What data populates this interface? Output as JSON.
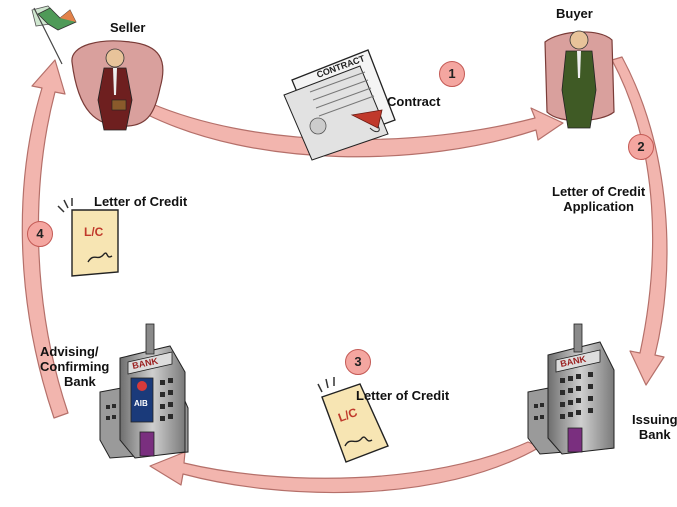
{
  "roles": {
    "seller": "Seller",
    "buyer": "Buyer",
    "advising_bank": [
      "Advising/",
      "Confirming",
      "Bank"
    ],
    "issuing_bank": [
      "Issuing",
      "Bank"
    ]
  },
  "steps": [
    {
      "number": "1",
      "label": [
        "Contract"
      ]
    },
    {
      "number": "2",
      "label": [
        "Letter of Credit",
        "Application"
      ]
    },
    {
      "number": "3",
      "label": [
        "Letter of Credit"
      ]
    },
    {
      "number": "4",
      "label": [
        "Letter of Credit"
      ]
    }
  ],
  "documents": {
    "contract_heading": "CONTRACT",
    "lc_mark": "L/C"
  },
  "buildings": {
    "sign": "BANK",
    "aib_logo": "AIB"
  },
  "colors": {
    "arrow_fill": "#f2b5ae",
    "arrow_stroke": "#b5706a",
    "step_badge": "#f4a6a0"
  }
}
